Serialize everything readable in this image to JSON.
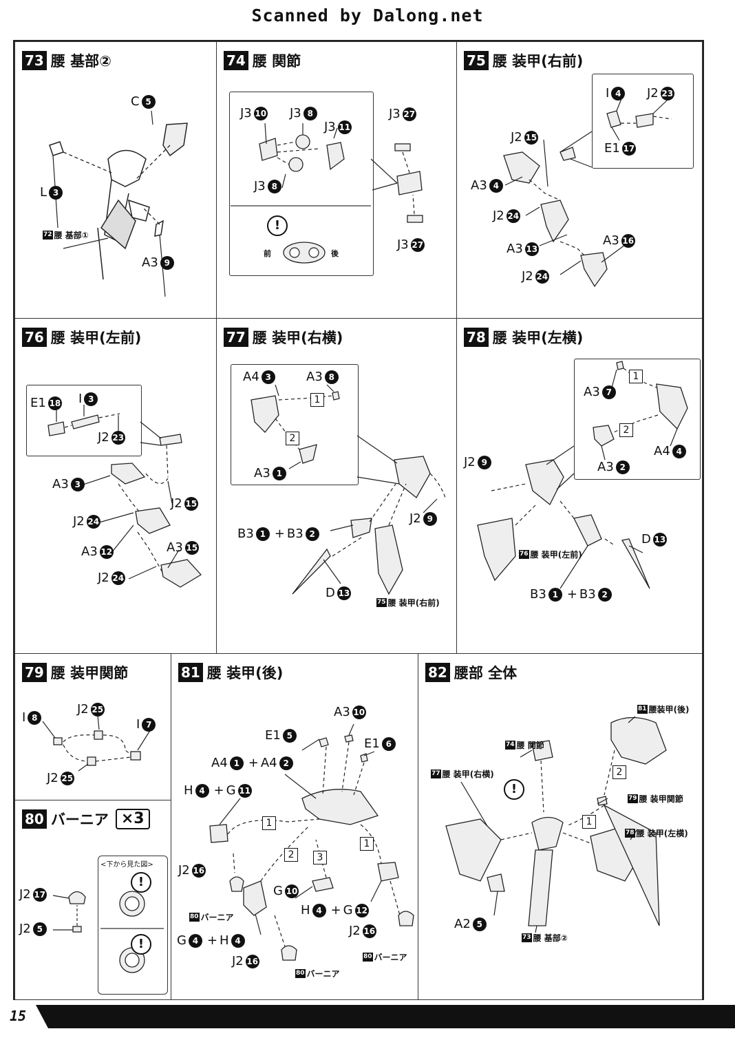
{
  "header": "Scanned by Dalong.net",
  "page_number": "15",
  "steps": {
    "s73": {
      "no": "73",
      "title": "腰 基部②",
      "labels": {
        "c": "C",
        "c_n": "5",
        "l": "L",
        "l_n": "3",
        "a3": "A3",
        "a3_n": "9"
      },
      "ref_no": "72",
      "ref": "腰 基部①"
    },
    "s74": {
      "no": "74",
      "title": "腰 関節",
      "labels": {
        "j3a": "J3",
        "j3a_n": "10",
        "j3b": "J3",
        "j3b_n": "8",
        "j3c": "J3",
        "j3c_n": "11",
        "j3d": "J3",
        "j3d_n": "8",
        "j3e": "J3",
        "j3e_n": "27",
        "j3f": "J3",
        "j3f_n": "27"
      },
      "front": "前",
      "back": "後",
      "warn": "!"
    },
    "s75": {
      "no": "75",
      "title": "腰 装甲(右前)",
      "labels": {
        "i": "I",
        "i_n": "4",
        "j2a": "J2",
        "j2a_n": "23",
        "e1": "E1",
        "e1_n": "17",
        "j2b": "J2",
        "j2b_n": "15",
        "a3a": "A3",
        "a3a_n": "4",
        "j2c": "J2",
        "j2c_n": "24",
        "a3b": "A3",
        "a3b_n": "13",
        "a3c": "A3",
        "a3c_n": "16",
        "j2d": "J2",
        "j2d_n": "24"
      }
    },
    "s76": {
      "no": "76",
      "title": "腰 装甲(左前)",
      "labels": {
        "e1": "E1",
        "e1_n": "18",
        "i": "I",
        "i_n": "3",
        "j2a": "J2",
        "j2a_n": "23",
        "a3a": "A3",
        "a3a_n": "3",
        "j2b": "J2",
        "j2b_n": "15",
        "j2c": "J2",
        "j2c_n": "24",
        "a3b": "A3",
        "a3b_n": "12",
        "a3c": "A3",
        "a3c_n": "15",
        "j2d": "J2",
        "j2d_n": "24"
      }
    },
    "s77": {
      "no": "77",
      "title": "腰 装甲(右横)",
      "labels": {
        "a4": "A4",
        "a4_n": "3",
        "a3a": "A3",
        "a3a_n": "8",
        "a3b": "A3",
        "a3b_n": "1",
        "j2": "J2",
        "j2_n": "9",
        "b3a": "B3",
        "b3a_n": "1",
        "plus": "+",
        "b3b": "B3",
        "b3b_n": "2",
        "d": "D",
        "d_n": "13",
        "sq1": "1",
        "sq2": "2"
      },
      "ref_no": "75",
      "ref": "腰 装甲(右前)"
    },
    "s78": {
      "no": "78",
      "title": "腰 装甲(左横)",
      "labels": {
        "a3a": "A3",
        "a3a_n": "7",
        "a4": "A4",
        "a4_n": "4",
        "a3b": "A3",
        "a3b_n": "2",
        "j2": "J2",
        "j2_n": "9",
        "d": "D",
        "d_n": "13",
        "b3a": "B3",
        "b3a_n": "1",
        "plus": "+",
        "b3b": "B3",
        "b3b_n": "2",
        "sq1": "1",
        "sq2": "2"
      },
      "ref_no": "76",
      "ref": "腰 装甲(左前)"
    },
    "s79": {
      "no": "79",
      "title": "腰 装甲関節",
      "labels": {
        "ia": "I",
        "ia_n": "8",
        "j2a": "J2",
        "j2a_n": "25",
        "ib": "I",
        "ib_n": "7",
        "j2b": "J2",
        "j2b_n": "25"
      }
    },
    "s80": {
      "no": "80",
      "title": "バーニア",
      "times": "×3",
      "labels": {
        "j2a": "J2",
        "j2a_n": "17",
        "j2b": "J2",
        "j2b_n": "5"
      },
      "view": "<下から見た図>",
      "warn": "!"
    },
    "s81": {
      "no": "81",
      "title": "腰 装甲(後)",
      "labels": {
        "a3": "A3",
        "a3_n": "10",
        "e1a": "E1",
        "e1a_n": "5",
        "e1b": "E1",
        "e1b_n": "6",
        "a4a": "A4",
        "a4a_n": "1",
        "plus": "+",
        "a4b": "A4",
        "a4b_n": "2",
        "h1": "H",
        "h1_n": "4",
        "g1": "G",
        "g1_n": "11",
        "j2a": "J2",
        "j2a_n": "16",
        "g2": "G",
        "g2_n": "10",
        "h2": "H",
        "h2_n": "4",
        "g3": "G",
        "g3_n": "12",
        "g4": "G",
        "g4_n": "4",
        "h3": "H",
        "h3_n": "4",
        "j2b": "J2",
        "j2b_n": "16",
        "j2c": "J2",
        "j2c_n": "16",
        "sq1": "1",
        "sq2": "2",
        "sq3": "3",
        "sq1b": "1"
      },
      "ref_no": "80",
      "ref": "バーニア"
    },
    "s82": {
      "no": "82",
      "title": "腰部 全体",
      "labels": {
        "a2": "A2",
        "a2_n": "5",
        "sq1": "1",
        "sq2": "2"
      },
      "refs": {
        "r81_no": "81",
        "r81": "腰装甲(後)",
        "r74_no": "74",
        "r74": "腰 関節",
        "r77_no": "77",
        "r77": "腰 装甲(右横)",
        "r79_no": "79",
        "r79": "腰 装甲関節",
        "r78_no": "78",
        "r78": "腰 装甲(左横)",
        "r73_no": "73",
        "r73": "腰 基部②"
      },
      "warn": "!"
    }
  }
}
